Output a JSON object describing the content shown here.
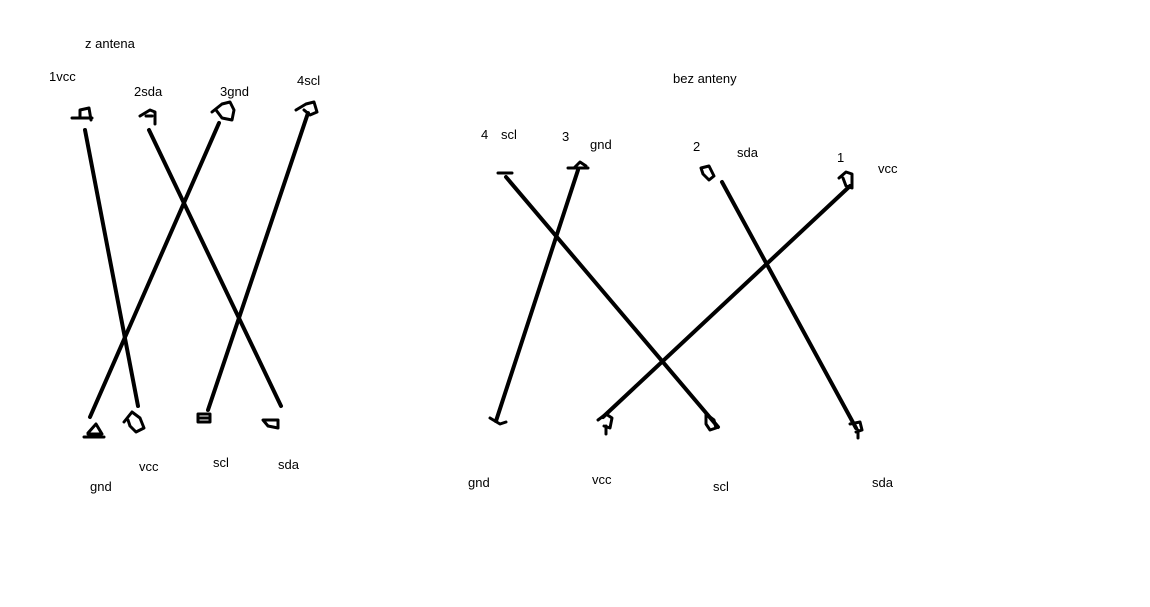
{
  "left_diagram": {
    "title": "z antena",
    "top_pins": [
      "1vcc",
      "2sda",
      "3gnd",
      "4scl"
    ],
    "bottom_pins": [
      "gnd",
      "vcc",
      "scl",
      "sda"
    ]
  },
  "right_diagram": {
    "title": "bez anteny",
    "top_pins": [
      {
        "num": "4",
        "name": "scl"
      },
      {
        "num": "3",
        "name": "gnd"
      },
      {
        "num": "2",
        "name": "sda"
      },
      {
        "num": "1",
        "name": "vcc"
      }
    ],
    "bottom_pins": [
      "gnd",
      "vcc",
      "scl",
      "sda"
    ]
  },
  "colors": {
    "stroke": "#000000",
    "background": "#ffffff"
  }
}
